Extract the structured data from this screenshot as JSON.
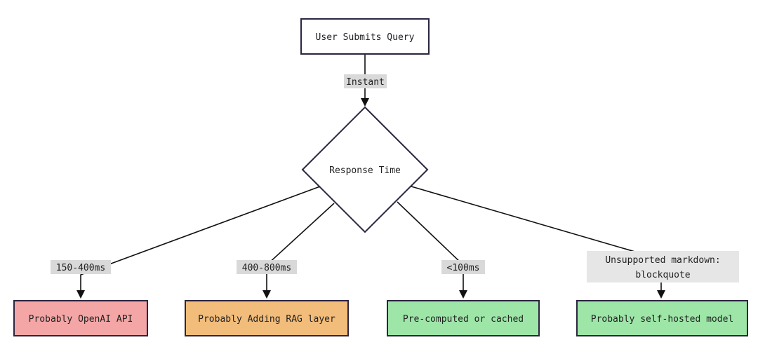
{
  "nodes": {
    "start": {
      "label": "User Submits Query"
    },
    "decision": {
      "label": "Response Time"
    },
    "openai": {
      "label": "Probably OpenAI API",
      "fill": "#f4a6a6"
    },
    "rag": {
      "label": "Probably Adding RAG layer",
      "fill": "#f2bc7a"
    },
    "cached": {
      "label": "Pre-computed or cached",
      "fill": "#9ee6a8"
    },
    "selfhosted": {
      "label": "Probably self-hosted model",
      "fill": "#9ee6a8"
    }
  },
  "edges": {
    "instant": {
      "label": "Instant"
    },
    "openai": {
      "label": "150-400ms"
    },
    "rag": {
      "label": "400-800ms"
    },
    "cached": {
      "label": "<100ms"
    },
    "selfhosted": {
      "label_line1": "Unsupported markdown:",
      "label_line2": "blockquote"
    }
  },
  "colors": {
    "border": "#2b2540",
    "edge": "#111111",
    "label_bg": "#d9d9d9"
  }
}
